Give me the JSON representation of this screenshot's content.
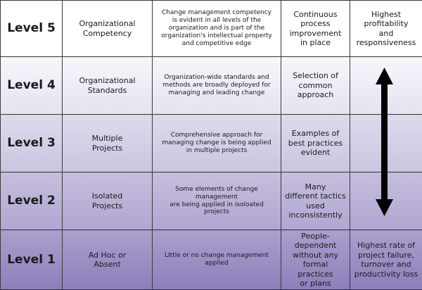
{
  "levels": [
    {
      "level": "Level 5",
      "name": [
        "Organizational",
        "Competency"
      ],
      "description": [
        "Change management competency",
        "is evident in all levels of the",
        "organization and is part of the",
        "organization's intellectual property",
        "and competitive edge"
      ],
      "process": [
        "Continuous",
        "process",
        "improvement",
        "in place"
      ],
      "outcome": [
        "Highest",
        "profitability",
        "and",
        "responsiveness"
      ]
    },
    {
      "level": "Level 4",
      "name": [
        "Organizational",
        "Standards"
      ],
      "description": [
        "Organization-wide standards and",
        "methods are broadly deployed for",
        "managing and leading change"
      ],
      "process": [
        "Selection of",
        "common",
        "approach"
      ],
      "outcome": []
    },
    {
      "level": "Level 3",
      "name": [
        "Multiple",
        "Projects"
      ],
      "description": [
        "Comprehensive approach for",
        "managing change is being applied",
        "in multiple projects"
      ],
      "process": [
        "Examples of",
        "best practices",
        "evident"
      ],
      "outcome": []
    },
    {
      "level": "Level 2",
      "name": [
        "Isolated",
        "Projects"
      ],
      "description": [
        "Some elements of change management",
        "are being applied in isoloated projects"
      ],
      "process": [
        "Many",
        "different tactics",
        "used",
        "inconsistently"
      ],
      "outcome": []
    },
    {
      "level": "Level 1",
      "name": [
        "Ad Hoc or",
        "Absent"
      ],
      "description": [
        "LIttle or no change management applied"
      ],
      "process": [
        "People-dependent",
        "without any",
        "formal practices",
        "or plans"
      ],
      "outcome": [
        "Highest rate of",
        "project failure,",
        "turnover and",
        "productivity loss"
      ]
    }
  ],
  "colors": {
    "border": "#3a3a3a",
    "arrow": "#000000",
    "bottom_fill": "#8d7fba"
  }
}
